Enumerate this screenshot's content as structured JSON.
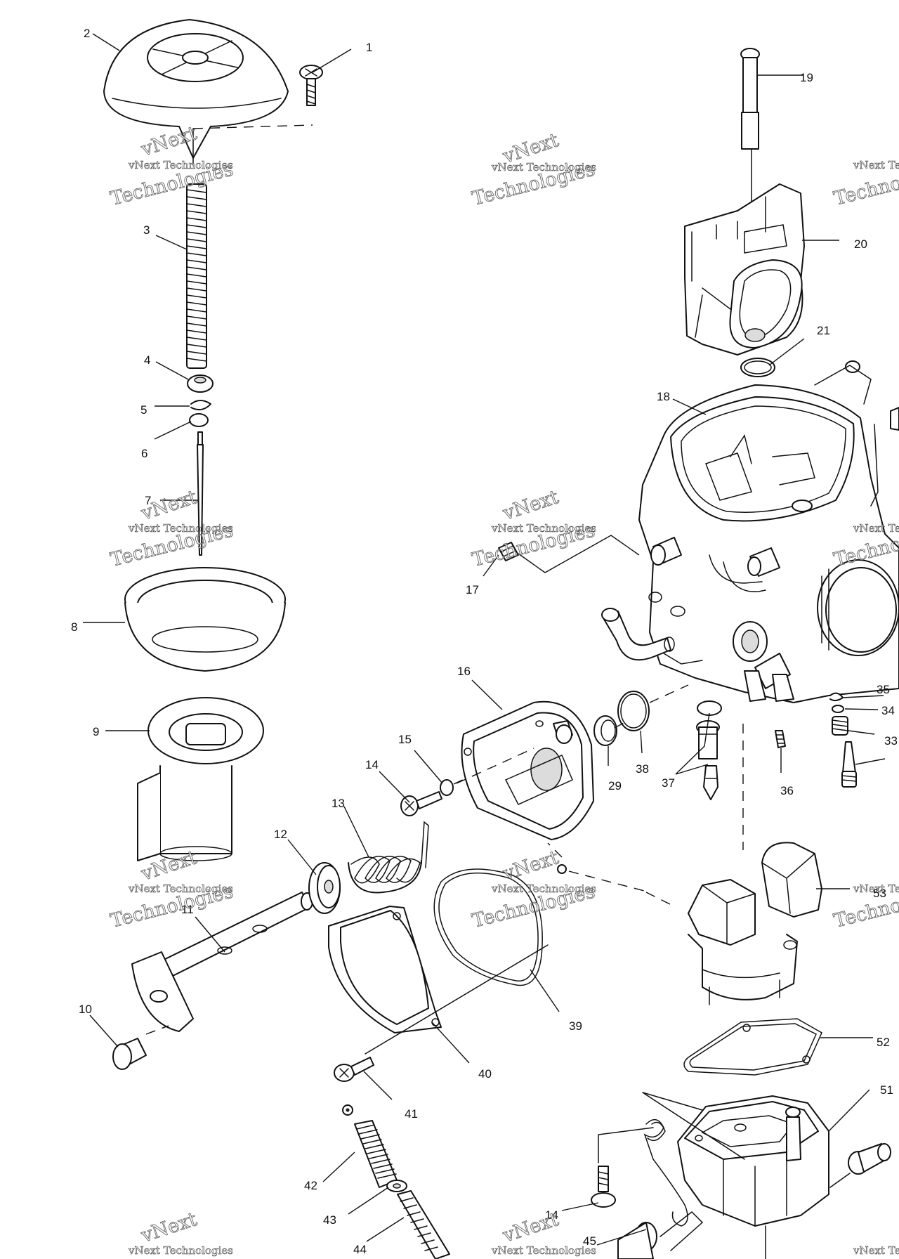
{
  "callouts": {
    "c1": "1",
    "c2": "2",
    "c3": "3",
    "c4": "4",
    "c5": "5",
    "c6": "6",
    "c7": "7",
    "c8": "8",
    "c9": "9",
    "c10": "10",
    "c11": "11",
    "c12": "12",
    "c13": "13",
    "c14a": "14",
    "c14b": "14",
    "c15": "15",
    "c16": "16",
    "c17": "17",
    "c18": "18",
    "c19": "19",
    "c20": "20",
    "c21": "21",
    "c29": "29",
    "c33": "33",
    "c34": "34",
    "c35": "35",
    "c36": "36",
    "c37": "37",
    "c38": "38",
    "c39": "39",
    "c40": "40",
    "c41": "41",
    "c42": "42",
    "c43": "43",
    "c44": "44",
    "c45": "45",
    "c51": "51",
    "c52": "52",
    "c53": "53"
  },
  "watermark": {
    "brand": "vNext",
    "line1": "vNext Technologies",
    "line2": "Technologies"
  }
}
